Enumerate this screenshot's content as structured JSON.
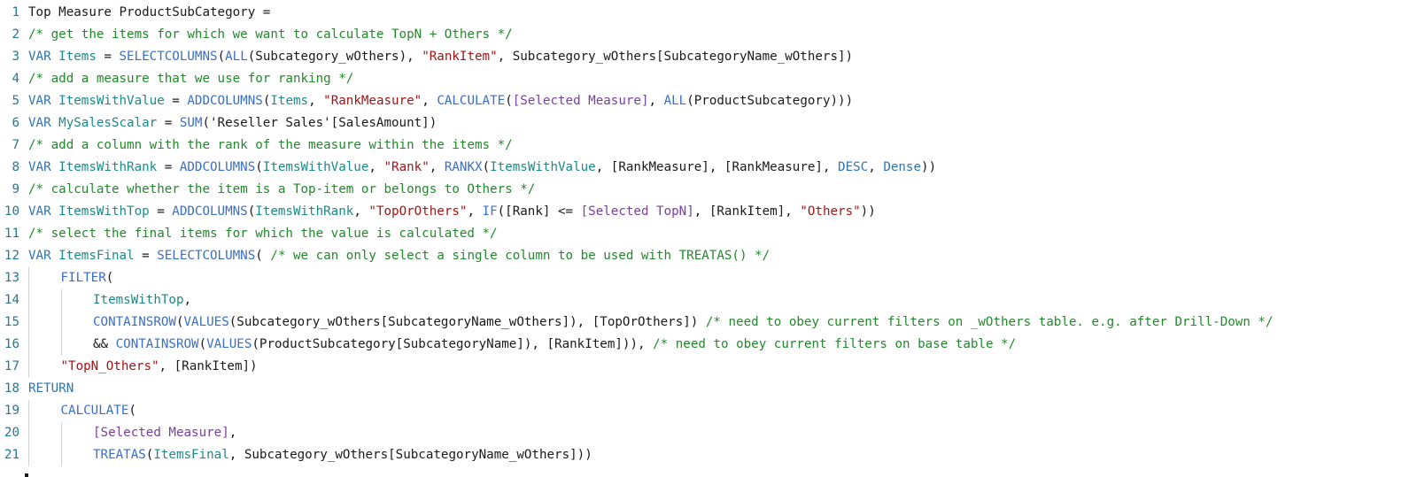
{
  "editor": {
    "lines": [
      {
        "n": "1",
        "indent": 0,
        "tokens": [
          {
            "t": "Top Measure ProductSubCategory =",
            "c": "id"
          }
        ]
      },
      {
        "n": "2",
        "indent": 0,
        "tokens": [
          {
            "t": "/* get the items for which we want to calculate TopN + Others */",
            "c": "cm"
          }
        ]
      },
      {
        "n": "3",
        "indent": 0,
        "tokens": [
          {
            "t": "VAR ",
            "c": "kw"
          },
          {
            "t": "Items",
            "c": "var"
          },
          {
            "t": " = ",
            "c": "id"
          },
          {
            "t": "SELECTCOLUMNS",
            "c": "fn"
          },
          {
            "t": "(",
            "c": "id"
          },
          {
            "t": "ALL",
            "c": "fn"
          },
          {
            "t": "(Subcategory_wOthers), ",
            "c": "id"
          },
          {
            "t": "\"RankItem\"",
            "c": "str"
          },
          {
            "t": ", Subcategory_wOthers[SubcategoryName_wOthers])",
            "c": "id"
          }
        ]
      },
      {
        "n": "4",
        "indent": 0,
        "tokens": [
          {
            "t": "/* add a measure that we use for ranking */",
            "c": "cm"
          }
        ]
      },
      {
        "n": "5",
        "indent": 0,
        "tokens": [
          {
            "t": "VAR ",
            "c": "kw"
          },
          {
            "t": "ItemsWithValue",
            "c": "var"
          },
          {
            "t": " = ",
            "c": "id"
          },
          {
            "t": "ADDCOLUMNS",
            "c": "fn"
          },
          {
            "t": "(",
            "c": "id"
          },
          {
            "t": "Items",
            "c": "var"
          },
          {
            "t": ", ",
            "c": "id"
          },
          {
            "t": "\"RankMeasure\"",
            "c": "str"
          },
          {
            "t": ", ",
            "c": "id"
          },
          {
            "t": "CALCULATE",
            "c": "fn"
          },
          {
            "t": "(",
            "c": "id"
          },
          {
            "t": "[Selected Measure]",
            "c": "meas"
          },
          {
            "t": ", ",
            "c": "id"
          },
          {
            "t": "ALL",
            "c": "fn"
          },
          {
            "t": "(ProductSubcategory)))",
            "c": "id"
          }
        ]
      },
      {
        "n": "6",
        "indent": 0,
        "tokens": [
          {
            "t": "VAR ",
            "c": "kw"
          },
          {
            "t": "MySalesScalar",
            "c": "var"
          },
          {
            "t": " = ",
            "c": "id"
          },
          {
            "t": "SUM",
            "c": "fn"
          },
          {
            "t": "('Reseller Sales'[SalesAmount])",
            "c": "id"
          }
        ]
      },
      {
        "n": "7",
        "indent": 0,
        "tokens": [
          {
            "t": "/* add a column with the rank of the measure within the items */",
            "c": "cm"
          }
        ]
      },
      {
        "n": "8",
        "indent": 0,
        "tokens": [
          {
            "t": "VAR ",
            "c": "kw"
          },
          {
            "t": "ItemsWithRank",
            "c": "var"
          },
          {
            "t": " = ",
            "c": "id"
          },
          {
            "t": "ADDCOLUMNS",
            "c": "fn"
          },
          {
            "t": "(",
            "c": "id"
          },
          {
            "t": "ItemsWithValue",
            "c": "var"
          },
          {
            "t": ", ",
            "c": "id"
          },
          {
            "t": "\"Rank\"",
            "c": "str"
          },
          {
            "t": ", ",
            "c": "id"
          },
          {
            "t": "RANKX",
            "c": "fn"
          },
          {
            "t": "(",
            "c": "id"
          },
          {
            "t": "ItemsWithValue",
            "c": "var"
          },
          {
            "t": ", [RankMeasure], [RankMeasure], ",
            "c": "id"
          },
          {
            "t": "DESC",
            "c": "kw"
          },
          {
            "t": ", ",
            "c": "id"
          },
          {
            "t": "Dense",
            "c": "kw"
          },
          {
            "t": "))",
            "c": "id"
          }
        ]
      },
      {
        "n": "9",
        "indent": 0,
        "tokens": [
          {
            "t": "/* calculate whether the item is a Top-item or belongs to Others */",
            "c": "cm"
          }
        ]
      },
      {
        "n": "10",
        "indent": 0,
        "tokens": [
          {
            "t": "VAR ",
            "c": "kw"
          },
          {
            "t": "ItemsWithTop",
            "c": "var"
          },
          {
            "t": " = ",
            "c": "id"
          },
          {
            "t": "ADDCOLUMNS",
            "c": "fn"
          },
          {
            "t": "(",
            "c": "id"
          },
          {
            "t": "ItemsWithRank",
            "c": "var"
          },
          {
            "t": ", ",
            "c": "id"
          },
          {
            "t": "\"TopOrOthers\"",
            "c": "str"
          },
          {
            "t": ", ",
            "c": "id"
          },
          {
            "t": "IF",
            "c": "fn"
          },
          {
            "t": "([Rank] <= ",
            "c": "id"
          },
          {
            "t": "[Selected TopN]",
            "c": "meas"
          },
          {
            "t": ", [RankItem], ",
            "c": "id"
          },
          {
            "t": "\"Others\"",
            "c": "str"
          },
          {
            "t": "))",
            "c": "id"
          }
        ]
      },
      {
        "n": "11",
        "indent": 0,
        "tokens": [
          {
            "t": "/* select the final items for which the value is calculated */",
            "c": "cm"
          }
        ]
      },
      {
        "n": "12",
        "indent": 0,
        "tokens": [
          {
            "t": "VAR ",
            "c": "kw"
          },
          {
            "t": "ItemsFinal",
            "c": "var"
          },
          {
            "t": " = ",
            "c": "id"
          },
          {
            "t": "SELECTCOLUMNS",
            "c": "fn"
          },
          {
            "t": "( ",
            "c": "id"
          },
          {
            "t": "/* we can only select a single column to be used with TREATAS() */",
            "c": "cm"
          }
        ]
      },
      {
        "n": "13",
        "indent": 1,
        "tokens": [
          {
            "t": "FILTER",
            "c": "fn"
          },
          {
            "t": "(",
            "c": "id"
          }
        ]
      },
      {
        "n": "14",
        "indent": 2,
        "tokens": [
          {
            "t": "ItemsWithTop",
            "c": "var"
          },
          {
            "t": ",",
            "c": "id"
          }
        ]
      },
      {
        "n": "15",
        "indent": 2,
        "tokens": [
          {
            "t": "CONTAINSROW",
            "c": "fn"
          },
          {
            "t": "(",
            "c": "id"
          },
          {
            "t": "VALUES",
            "c": "fn"
          },
          {
            "t": "(Subcategory_wOthers[SubcategoryName_wOthers]), [TopOrOthers]) ",
            "c": "id"
          },
          {
            "t": "/* need to obey current filters on _wOthers table. e.g. after Drill-Down */",
            "c": "cm"
          }
        ]
      },
      {
        "n": "16",
        "indent": 2,
        "tokens": [
          {
            "t": "&& ",
            "c": "id"
          },
          {
            "t": "CONTAINSROW",
            "c": "fn"
          },
          {
            "t": "(",
            "c": "id"
          },
          {
            "t": "VALUES",
            "c": "fn"
          },
          {
            "t": "(ProductSubcategory[SubcategoryName]), [RankItem])), ",
            "c": "id"
          },
          {
            "t": "/* need to obey current filters on base table */",
            "c": "cm"
          }
        ]
      },
      {
        "n": "17",
        "indent": 1,
        "tokens": [
          {
            "t": "\"TopN_Others\"",
            "c": "str"
          },
          {
            "t": ", [RankItem])",
            "c": "id"
          }
        ]
      },
      {
        "n": "18",
        "indent": 0,
        "tokens": [
          {
            "t": "RETURN",
            "c": "kw"
          }
        ]
      },
      {
        "n": "19",
        "indent": 1,
        "tokens": [
          {
            "t": "CALCULATE",
            "c": "fn"
          },
          {
            "t": "(",
            "c": "id"
          }
        ]
      },
      {
        "n": "20",
        "indent": 2,
        "tokens": [
          {
            "t": "[Selected Measure]",
            "c": "meas"
          },
          {
            "t": ",",
            "c": "id"
          }
        ]
      },
      {
        "n": "21",
        "indent": 2,
        "tokens": [
          {
            "t": "TREATAS",
            "c": "fn"
          },
          {
            "t": "(",
            "c": "id"
          },
          {
            "t": "ItemsFinal",
            "c": "var"
          },
          {
            "t": ", Subcategory_wOthers[SubcategoryName_wOthers]))",
            "c": "id"
          }
        ]
      }
    ]
  }
}
